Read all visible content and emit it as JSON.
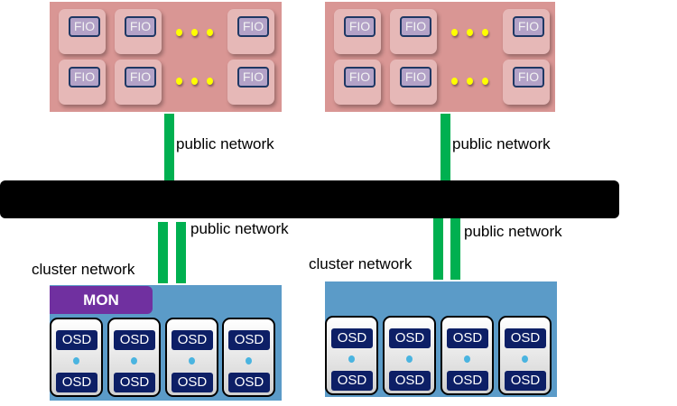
{
  "clients": [
    {
      "rows": [
        [
          "FIO",
          "FIO",
          "FIO"
        ],
        [
          "FIO",
          "FIO",
          "FIO"
        ]
      ],
      "link_label": "public network"
    },
    {
      "rows": [
        [
          "FIO",
          "FIO",
          "FIO"
        ],
        [
          "FIO",
          "FIO",
          "FIO"
        ]
      ],
      "link_label": "public network"
    }
  ],
  "storage": [
    {
      "mon_label": "MON",
      "cluster_label": "cluster network",
      "public_label": "public network",
      "hosts": [
        [
          "OSD",
          "OSD"
        ],
        [
          "OSD",
          "OSD"
        ],
        [
          "OSD",
          "OSD"
        ],
        [
          "OSD",
          "OSD"
        ]
      ]
    },
    {
      "cluster_label": "cluster network",
      "public_label": "public network",
      "hosts": [
        [
          "OSD",
          "OSD"
        ],
        [
          "OSD",
          "OSD"
        ],
        [
          "OSD",
          "OSD"
        ],
        [
          "OSD",
          "OSD"
        ]
      ]
    }
  ],
  "colors": {
    "client_bg": "#d99694",
    "fio_box": "#e6b8b7",
    "fio_label": "#b3a2c7",
    "link": "#00b050",
    "bus": "#000000",
    "server_bg": "#5b9bc8",
    "mon": "#7030a0",
    "osd": "#0d1f66"
  }
}
